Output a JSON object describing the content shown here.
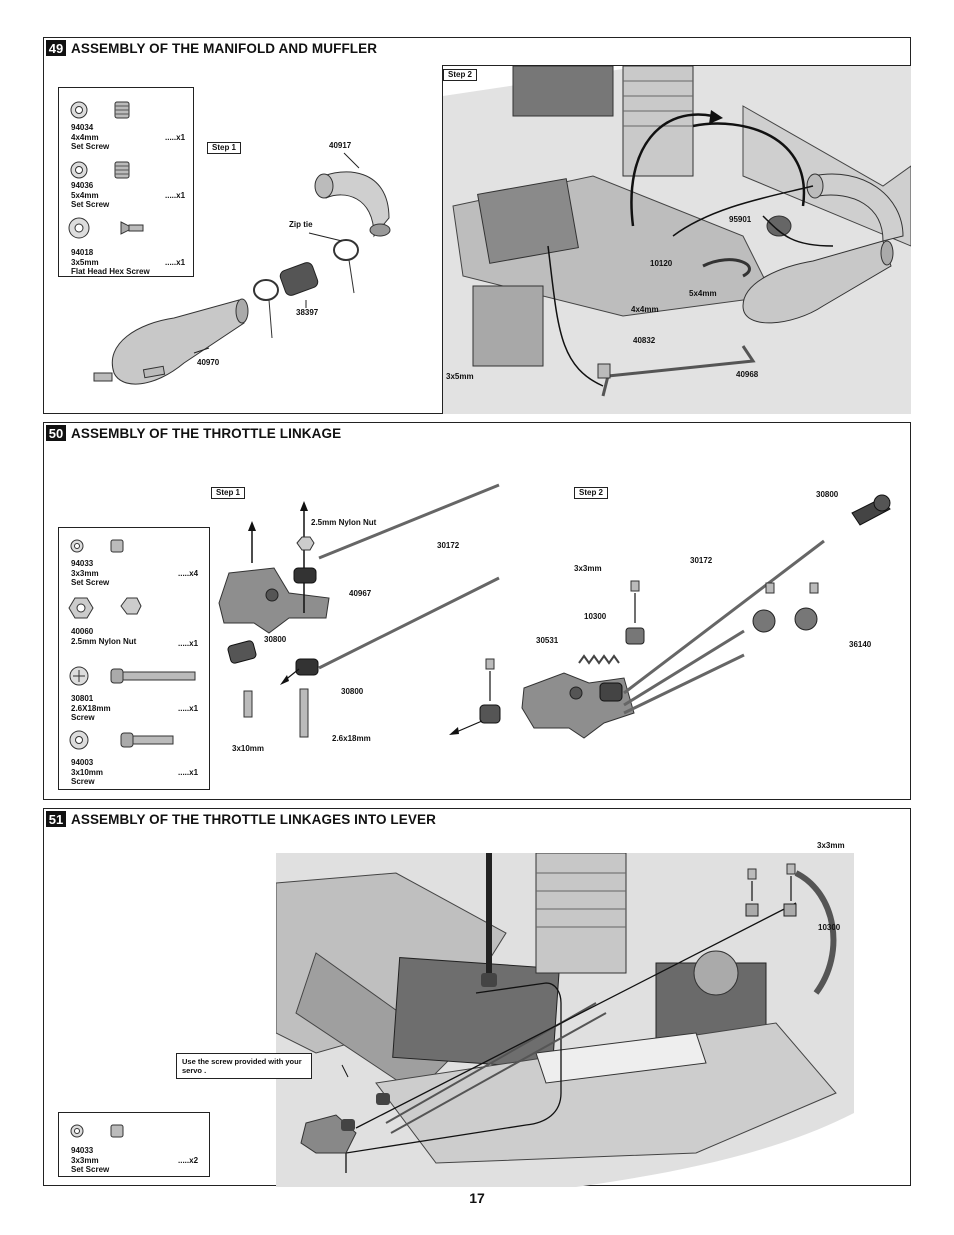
{
  "page_number": "17",
  "sections": {
    "s49": {
      "number": "49",
      "title": "ASSEMBLY OF THE MANIFOLD AND MUFFLER",
      "parts": [
        {
          "code": "94034",
          "size": "4x4mm",
          "name": "Set Screw",
          "qty": ".....x1"
        },
        {
          "code": "94036",
          "size": "5x4mm",
          "name": "Set Screw",
          "qty": ".....x1"
        },
        {
          "code": "94018",
          "size": "3x5mm",
          "name": "Flat Head Hex Screw",
          "qty": ".....x1"
        }
      ],
      "step1": "Step 1",
      "step2": "Step 2",
      "labels": {
        "p40917": "40917",
        "ziptie": "Zip tie",
        "p38397": "38397",
        "p40970": "40970",
        "p95901": "95901",
        "p10120": "10120",
        "s5x4": "5x4mm",
        "s4x4": "4x4mm",
        "p40832": "40832",
        "s3x5": "3x5mm",
        "p40968": "40968"
      }
    },
    "s50": {
      "number": "50",
      "title": "ASSEMBLY OF THE THROTTLE LINKAGE",
      "parts": [
        {
          "code": "94033",
          "size": "3x3mm",
          "name": "Set Screw",
          "qty": ".....x4"
        },
        {
          "code": "40060",
          "size": "2.5mm Nylon Nut",
          "name": "",
          "qty": ".....x1"
        },
        {
          "code": "30801",
          "size": "2.6X18mm",
          "name": "Screw",
          "qty": ".....x1"
        },
        {
          "code": "94003",
          "size": "3x10mm",
          "name": "Screw",
          "qty": ".....x1"
        }
      ],
      "step1": "Step 1",
      "step2": "Step 2",
      "labels": {
        "nylon": "2.5mm Nylon Nut",
        "p30172a": "30172",
        "p40967": "40967",
        "p30800a": "30800",
        "p30800b": "30800",
        "s3x10": "3x10mm",
        "s26x18": "2.6x18mm",
        "s3x3": "3x3mm",
        "p10300": "10300",
        "p30531": "30531",
        "p30172b": "30172",
        "p30800c": "30800",
        "p36140": "36140"
      }
    },
    "s51": {
      "number": "51",
      "title": "ASSEMBLY OF THE THROTTLE LINKAGES INTO LEVER",
      "parts": [
        {
          "code": "94033",
          "size": "3x3mm",
          "name": "Set Screw",
          "qty": ".....x2"
        }
      ],
      "note": "Use the screw provided with your servo .",
      "labels": {
        "s3x3": "3x3mm",
        "p10300": "10300"
      }
    }
  }
}
